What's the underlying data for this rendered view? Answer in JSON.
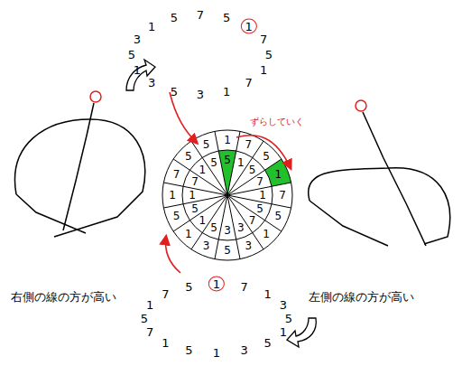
{
  "diagram": {
    "labels": [
      "ずらしていく",
      "右側の線の方が高い",
      "左側の線の方が高い",
      "1",
      "5",
      "7",
      "5",
      "1",
      "7",
      "5",
      "1",
      "7",
      "1",
      "3",
      "5",
      "3",
      "1",
      "5",
      "3",
      "1",
      "7",
      "5",
      "1",
      "7",
      "5",
      "1",
      "3",
      "5",
      "3",
      "1",
      "5",
      "1",
      "7",
      "5",
      "5",
      "5",
      "1",
      "5",
      "7",
      "1",
      "5",
      "7",
      "3",
      "3",
      "5",
      "1",
      "5",
      "1",
      "7",
      "1",
      "5",
      "7",
      "5",
      "1",
      "7",
      "1",
      "3",
      "5",
      "1",
      "5",
      "3",
      "1",
      "5",
      "1",
      "7",
      "5",
      "1"
    ]
  }
}
